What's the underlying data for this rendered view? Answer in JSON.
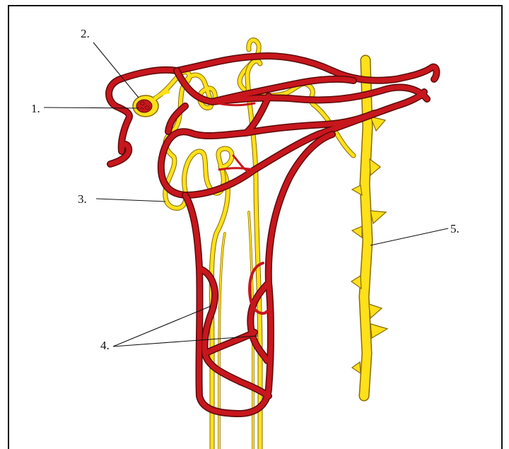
{
  "labels": {
    "l1": "1.",
    "l2": "2.",
    "l3": "3.",
    "l4": "4.",
    "l5": "5."
  },
  "colors": {
    "vessel_fill": "#c8161d",
    "vessel_edge": "#5a0a0a",
    "tubule_fill": "#ffe11a",
    "tubule_edge": "#8a6a00",
    "frame": "#111111"
  }
}
